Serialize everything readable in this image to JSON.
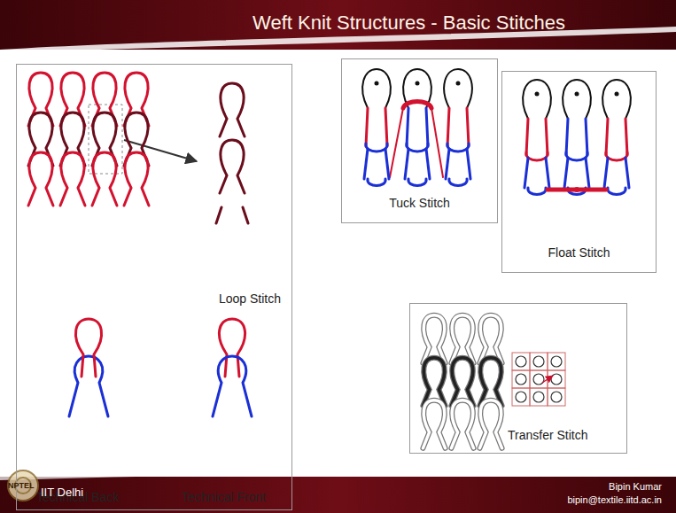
{
  "diagram": {
    "title": "Weft Knit Structures - Basic Stitches",
    "nodes": [
      {
        "text": [
          "Loop Stitch",
          "Technical Back",
          "Technical Front"
        ]
      },
      {
        "text": [
          "Tuck Stitch"
        ]
      },
      {
        "text": [
          "Float Stitch"
        ]
      },
      {
        "text": [
          "Transfer Stitch"
        ]
      }
    ],
    "labels": [
      "NPTEL",
      "IIT Delhi",
      "Bipin Kumar",
      "bipin@textile.iitd.ac.in"
    ]
  }
}
